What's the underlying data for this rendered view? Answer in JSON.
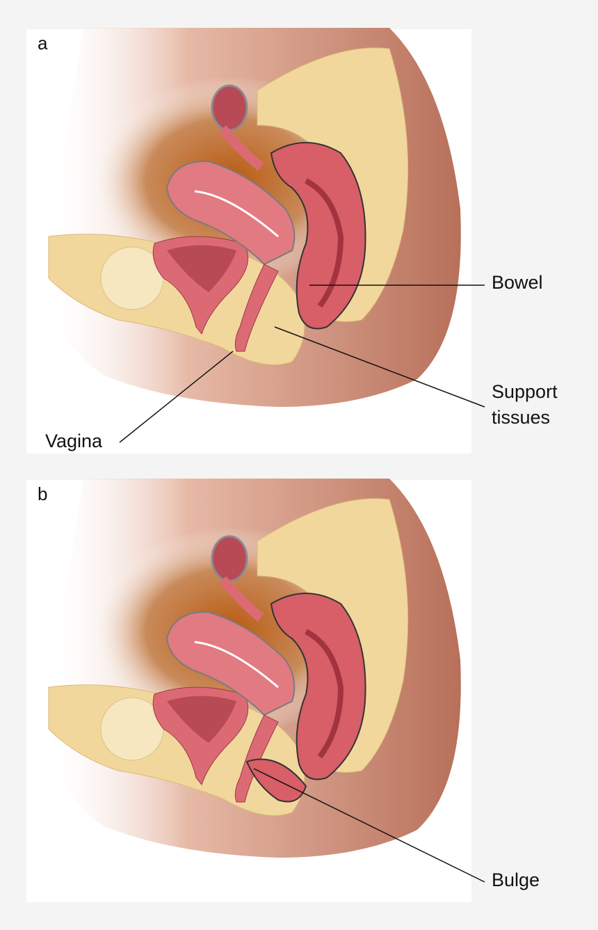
{
  "panels": [
    {
      "letter": "a",
      "labels": {
        "bowel": "Bowel",
        "support": "Support\ntissues",
        "support_line1": "Support",
        "support_line2": "tissues",
        "vagina": "Vagina"
      }
    },
    {
      "letter": "b",
      "labels": {
        "bulge": "Bulge"
      }
    }
  ],
  "colors": {
    "skin": "#c4846c",
    "tissue": "#f2d79c",
    "organ": "#dc6a74",
    "cavity": "#a8481e"
  }
}
